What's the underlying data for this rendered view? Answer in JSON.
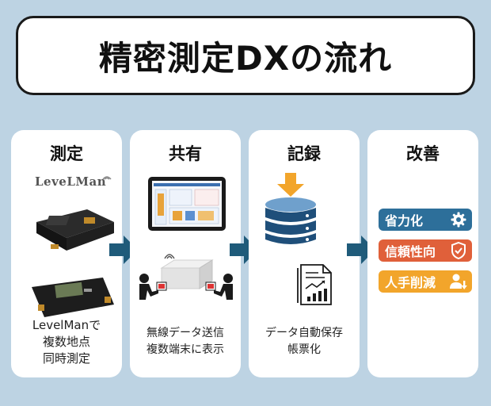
{
  "title": "精密測定DXの流れ",
  "cards": [
    {
      "title": "測定",
      "caption": [
        "LevelManで",
        "複数地点",
        "同時測定"
      ],
      "logo": "LeveLMan"
    },
    {
      "title": "共有",
      "caption": [
        "無線データ送信",
        "複数端末に表示"
      ]
    },
    {
      "title": "記録",
      "caption": [
        "データ自動保存",
        "帳票化"
      ]
    },
    {
      "title": "改善",
      "items": [
        {
          "label": "省力化",
          "color": "#2d6f9a",
          "icon": "gear-icon"
        },
        {
          "label": "信頼性向",
          "color": "#e0603a",
          "icon": "shield-check-icon"
        },
        {
          "label": "人手削減",
          "color": "#f2a52b",
          "icon": "person-down-icon"
        }
      ]
    }
  ],
  "colors": {
    "background": "#bdd3e3",
    "arrow": "#1f5b7a",
    "db": "#1f4f7a"
  }
}
